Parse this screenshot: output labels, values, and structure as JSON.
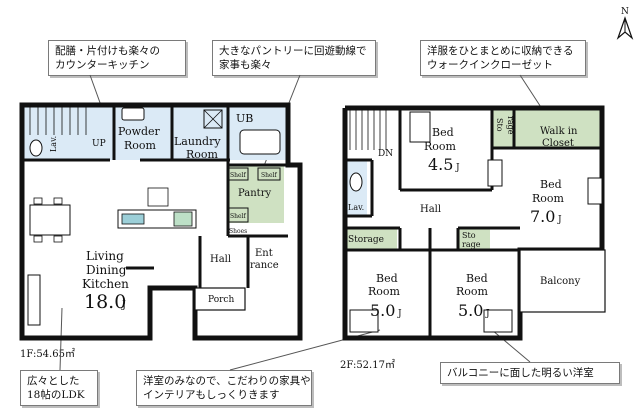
{
  "callouts": {
    "c1": [
      "配膳・片付けも楽々の",
      "カウンターキッチン"
    ],
    "c2": [
      "大きなパントリーに回遊動線で",
      "家事も楽々"
    ],
    "c3": [
      "洋服をひとまとめに収納できる",
      "ウォークインクローゼット"
    ],
    "c4": [
      "広々とした",
      "18帖のLDK"
    ],
    "c5": [
      "洋室のみなので、こだわりの家具や",
      "インテリアもしっくりきます"
    ],
    "c6": [
      "バルコニーに面した明るい洋室"
    ]
  },
  "compass": "N",
  "floor1": {
    "area": "1F:54.65㎡",
    "rooms": {
      "powder_1": "Powder",
      "powder_2": "Room",
      "laundry_1": "Laundry",
      "laundry_2": "Room",
      "ub": "UB",
      "lav": "Lav.",
      "up": "UP",
      "pantry": "Pantry",
      "shelf": "Shelf",
      "shoes": "Shoes",
      "hall": "Hall",
      "entrance_1": "Ent",
      "entrance_2": "rance",
      "porch": "Porch",
      "ldk_1": "Living",
      "ldk_2": "Dining",
      "ldk_3": "Kitchen",
      "ldk_size": "18.0",
      "jo": "J"
    }
  },
  "floor2": {
    "area": "2F:52.17㎡",
    "rooms": {
      "bed1_1": "Bed",
      "bed1_2": "Room",
      "bed1_size": "4.5",
      "storage_small_1": "Sto",
      "storage_small_2": "rage",
      "walkin_1": "Walk in",
      "walkin_2": "Closet",
      "bed2_1": "Bed",
      "bed2_2": "Room",
      "bed2_size": "7.0",
      "dn": "DN",
      "lav": "Lav.",
      "hall": "Hall",
      "storage": "Storage",
      "sto2_1": "Sto",
      "sto2_2": "rage",
      "bed3_1": "Bed",
      "bed3_2": "Room",
      "bed3_size": "5.0",
      "bed4_1": "Bed",
      "bed4_2": "Room",
      "bed4_size": "5.0",
      "balcony": "Balcony",
      "jo": "J"
    }
  },
  "colors": {
    "wet_area": "#dbeaf6",
    "storage_green": "#cfe1c2",
    "wall": "#111111"
  }
}
